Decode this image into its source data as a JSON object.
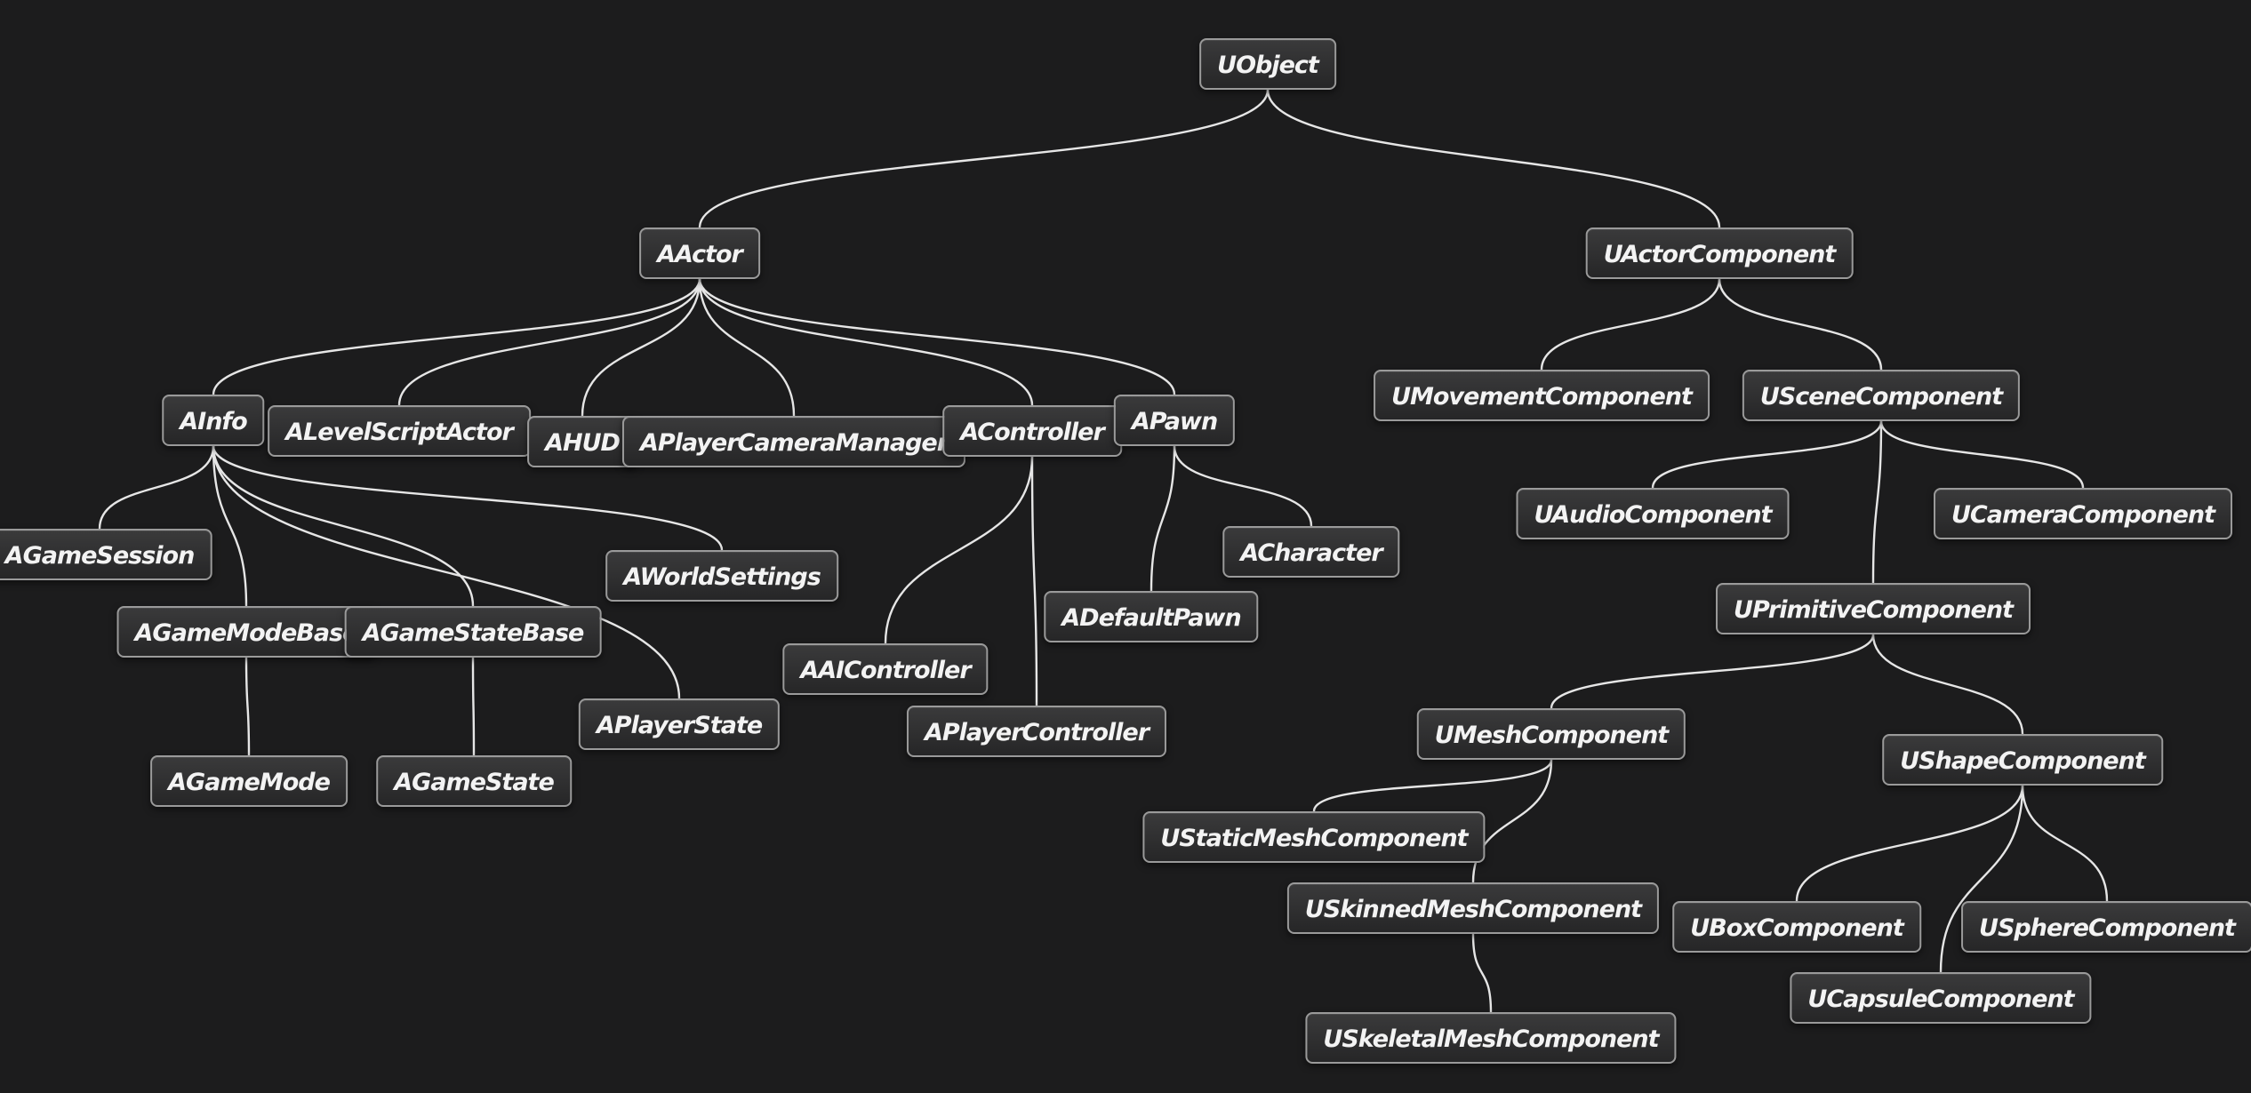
{
  "diagram": {
    "nodes": {
      "uobject": "UObject",
      "aactor": "AActor",
      "uactorcomponent": "UActorComponent",
      "ainfo": "AInfo",
      "alevelscriptactor": "ALevelScriptActor",
      "ahud": "AHUD",
      "aplayercameramanager": "APlayerCameraManager",
      "acontroller": "AController",
      "apawn": "APawn",
      "agamesession": "AGameSession",
      "aworldsettings": "AWorldSettings",
      "agamemodebase": "AGameModeBase",
      "agamestatebase": "AGameStateBase",
      "aplayerstate": "APlayerState",
      "agamemode": "AGameMode",
      "agamestate": "AGameState",
      "aaicontroller": "AAIController",
      "aplayercontroller": "APlayerController",
      "acharacter": "ACharacter",
      "adefaultpawn": "ADefaultPawn",
      "umovementcomponent": "UMovementComponent",
      "uscenecomponent": "USceneComponent",
      "uaudiocomponent": "UAudioComponent",
      "ucameracomponent": "UCameraComponent",
      "uprimitivecomponent": "UPrimitiveComponent",
      "umeshcomponent": "UMeshComponent",
      "ushapecomponent": "UShapeComponent",
      "ustaticmeshcomponent": "UStaticMeshComponent",
      "uskinnedmeshcomponent": "USkinnedMeshComponent",
      "uskeletalmeshcomponent": "USkeletalMeshComponent",
      "uboxcomponent": "UBoxComponent",
      "uspherecomponent": "USphereComponent",
      "ucapsulecomponent": "UCapsuleComponent"
    },
    "edges": [
      [
        "uobject",
        "aactor"
      ],
      [
        "uobject",
        "uactorcomponent"
      ],
      [
        "aactor",
        "ainfo"
      ],
      [
        "aactor",
        "alevelscriptactor"
      ],
      [
        "aactor",
        "ahud"
      ],
      [
        "aactor",
        "aplayercameramanager"
      ],
      [
        "aactor",
        "acontroller"
      ],
      [
        "aactor",
        "apawn"
      ],
      [
        "ainfo",
        "agamesession"
      ],
      [
        "ainfo",
        "agamemodebase"
      ],
      [
        "ainfo",
        "agamestatebase"
      ],
      [
        "ainfo",
        "aworldsettings"
      ],
      [
        "ainfo",
        "aplayerstate"
      ],
      [
        "agamemodebase",
        "agamemode"
      ],
      [
        "agamestatebase",
        "agamestate"
      ],
      [
        "acontroller",
        "aaicontroller"
      ],
      [
        "acontroller",
        "aplayercontroller"
      ],
      [
        "apawn",
        "adefaultpawn"
      ],
      [
        "apawn",
        "acharacter"
      ],
      [
        "uactorcomponent",
        "umovementcomponent"
      ],
      [
        "uactorcomponent",
        "uscenecomponent"
      ],
      [
        "uscenecomponent",
        "uaudiocomponent"
      ],
      [
        "uscenecomponent",
        "ucameracomponent"
      ],
      [
        "uscenecomponent",
        "uprimitivecomponent"
      ],
      [
        "uprimitivecomponent",
        "umeshcomponent"
      ],
      [
        "uprimitivecomponent",
        "ushapecomponent"
      ],
      [
        "umeshcomponent",
        "ustaticmeshcomponent"
      ],
      [
        "umeshcomponent",
        "uskinnedmeshcomponent"
      ],
      [
        "uskinnedmeshcomponent",
        "uskeletalmeshcomponent"
      ],
      [
        "ushapecomponent",
        "uboxcomponent"
      ],
      [
        "ushapecomponent",
        "ucapsulecomponent"
      ],
      [
        "ushapecomponent",
        "uspherecomponent"
      ]
    ]
  }
}
